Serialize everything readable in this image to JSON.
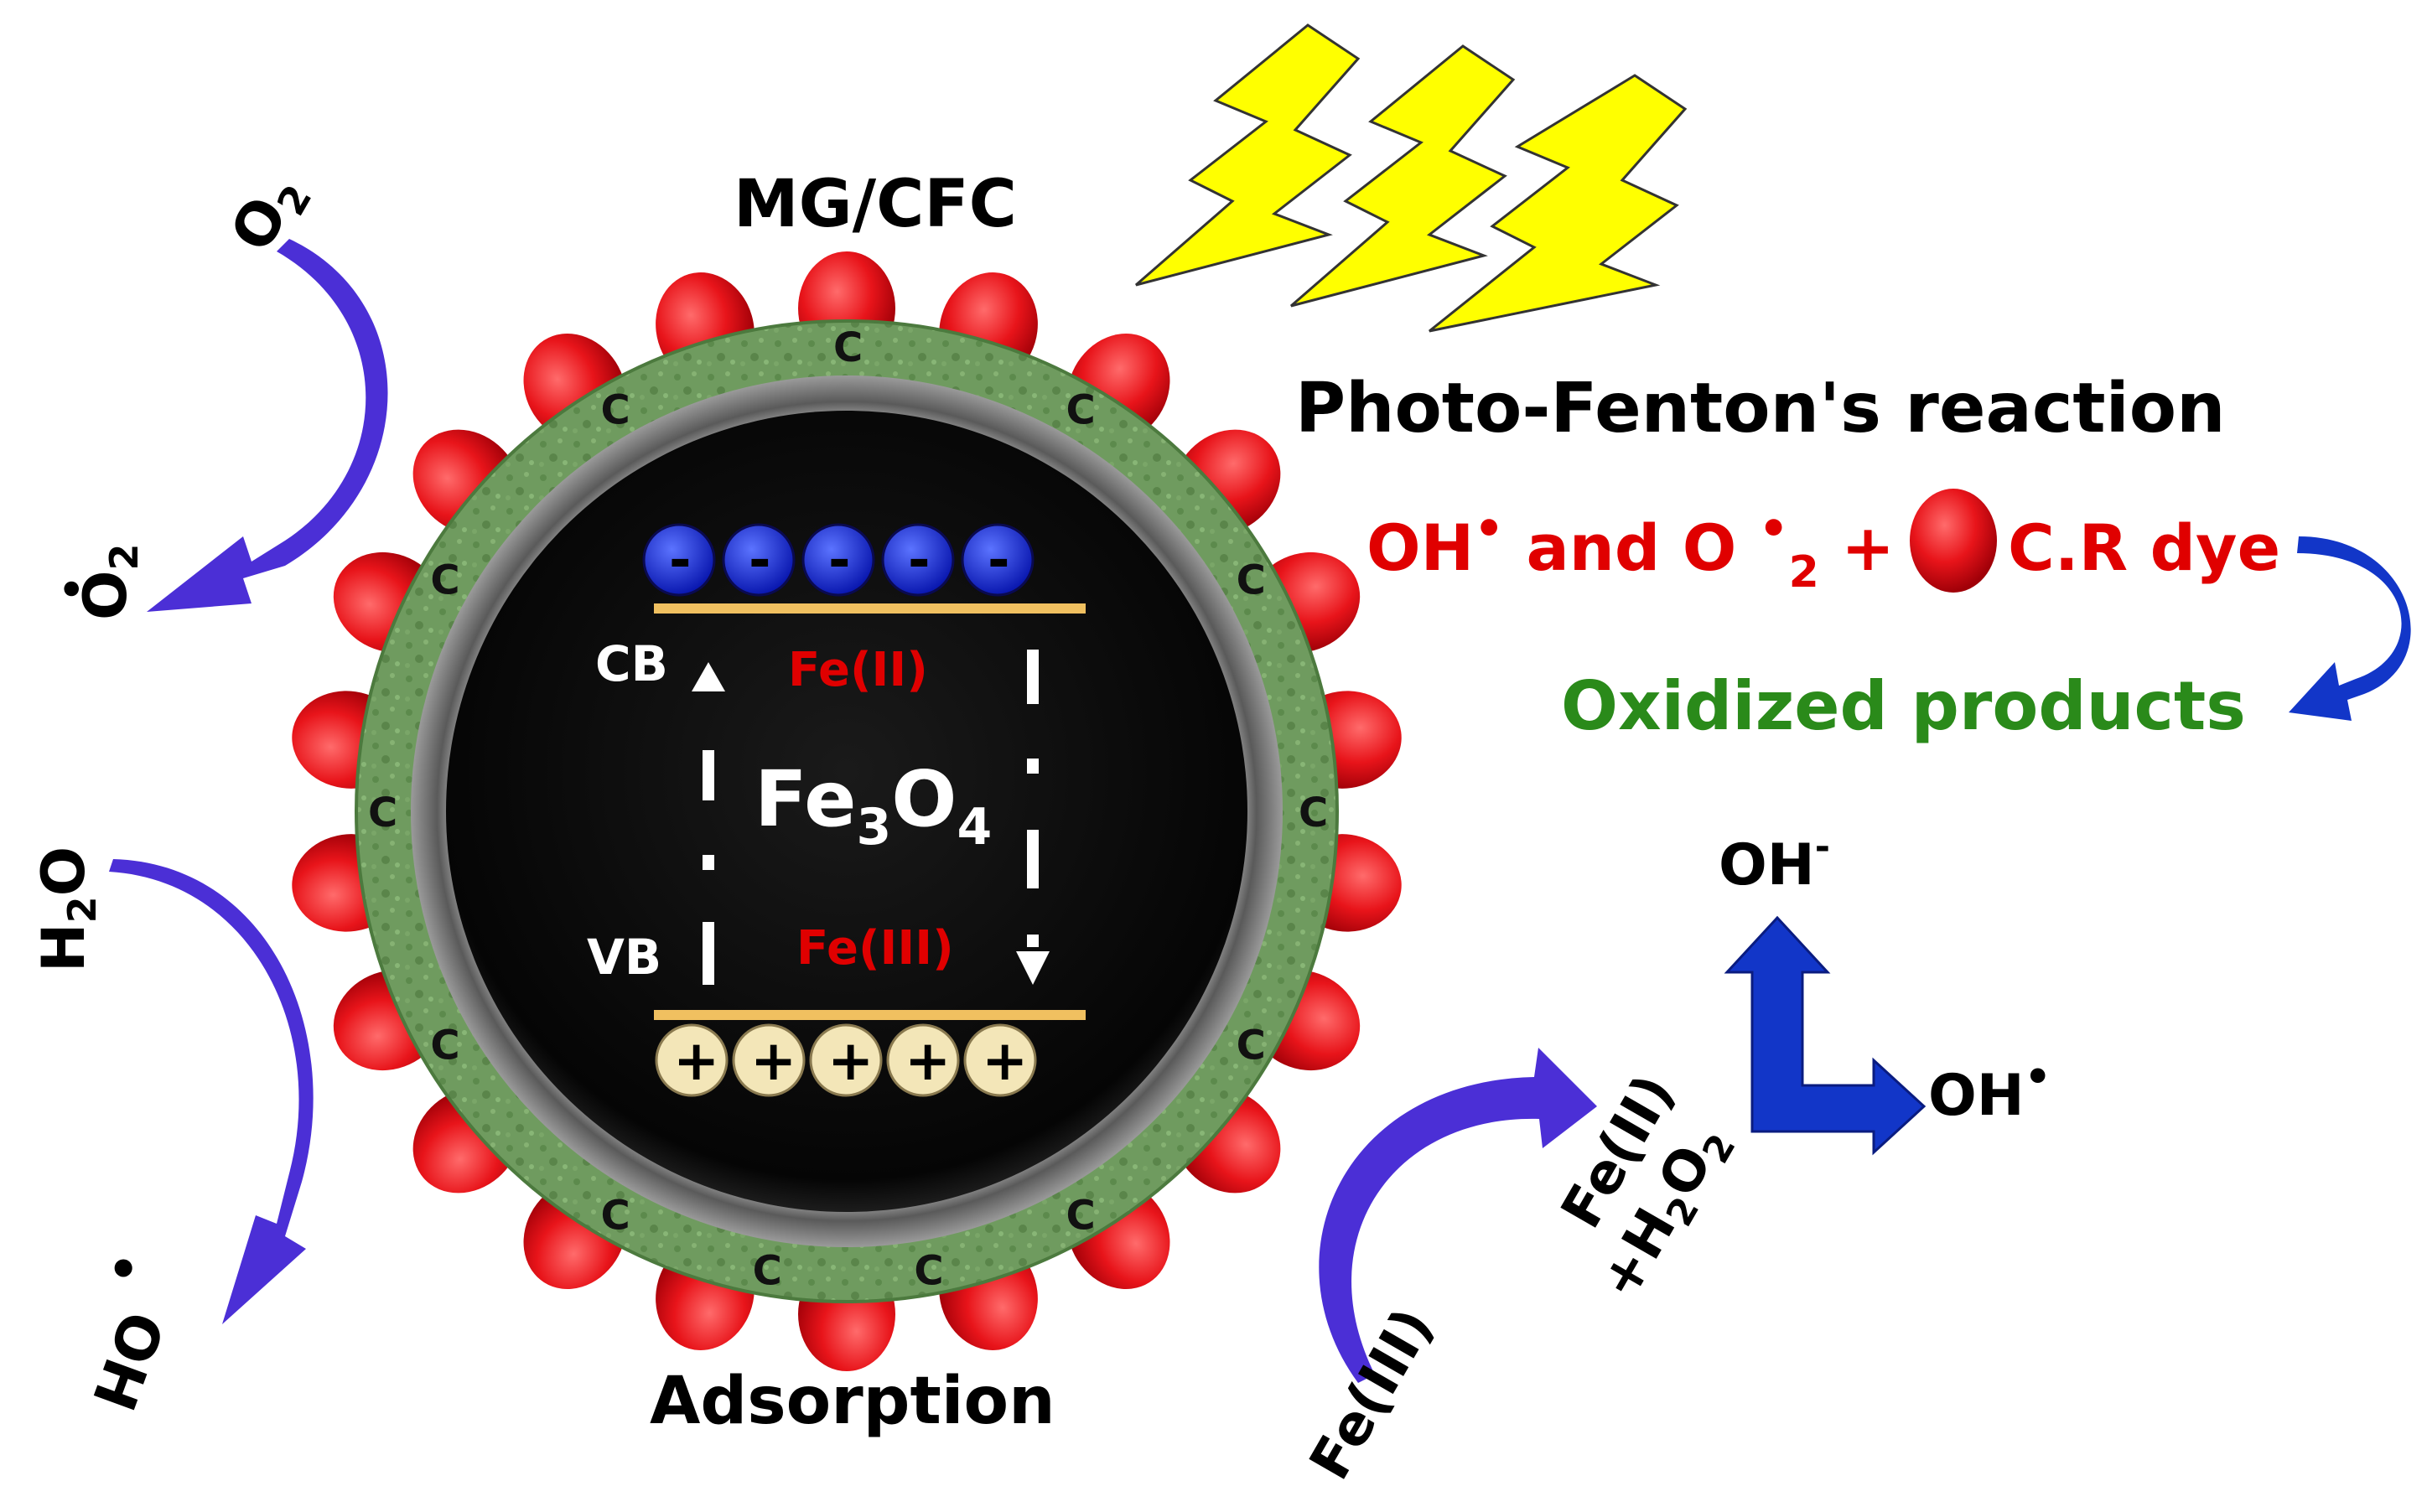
{
  "title": "MG/CFC",
  "core": {
    "formula_main": "Fe",
    "sub1": "3",
    "formula_o": "O",
    "sub2": "4",
    "cb": "CB",
    "vb": "VB",
    "fe2": "Fe(II)",
    "fe3": "Fe(III)"
  },
  "shell_label": "C",
  "electron_symbol": "-",
  "hole_symbol": "+",
  "left": {
    "o2": {
      "base": "O",
      "sub": "2"
    },
    "o2_radical": {
      "base": "O",
      "sub": "2",
      "dot": "•"
    },
    "h2o": {
      "h": "H",
      "sub": "2",
      "o": "O"
    },
    "oh_radical": {
      "text": "OH",
      "dot": "•"
    }
  },
  "bottom_label": "Adsorption",
  "reaction_title": "Photo-Fenton's reaction",
  "reaction_line": {
    "oh": "OH",
    "dot": "•",
    "and": " and O ",
    "dot2": "•",
    "sub": "2",
    "plus": " + ",
    "dye": "C.R dye"
  },
  "products": "Oxidized products",
  "fenton": {
    "fe3": "Fe(III)",
    "fe2": "Fe(II)",
    "h2o2": {
      "plus_h": "+H",
      "sub1": "2",
      "o": "O",
      "sub2": "2"
    },
    "oh_minus": {
      "text": "OH",
      "sup": "-"
    },
    "oh_radical": {
      "text": "OH",
      "dot": "•"
    }
  },
  "colors": {
    "shell": "#6f9b5f",
    "core": "#000000",
    "ring": "#8a8a8a",
    "bead": "#e8141a",
    "electron": "#1a2ed8",
    "hole": "#f3e6b8",
    "band": "#f0c060",
    "lightning": "#ffff00",
    "arrow_purple": "#4b2fd6",
    "arrow_blue": "#1236c8",
    "red_text": "#e00000",
    "green_text": "#2a8a1a"
  }
}
